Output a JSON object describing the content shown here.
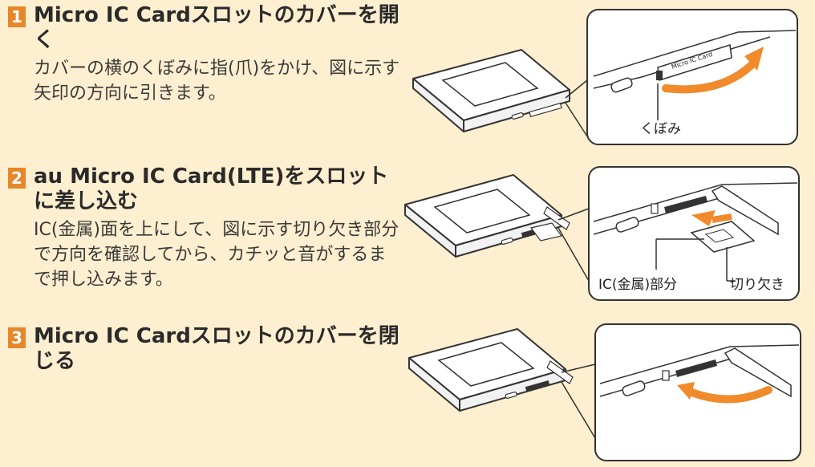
{
  "steps": [
    {
      "number": "1",
      "title": "Micro IC Cardスロットのカバーを開く",
      "body": "カバーの横のくぼみに指(爪)をかけ、図に示す矢印の方向に引きます。",
      "callouts": [
        "くぼみ"
      ],
      "device_label": "Micro IC Card"
    },
    {
      "number": "2",
      "title": "au Micro IC Card(LTE)をスロットに差し込む",
      "body": "IC(金属)面を上にして、図に示す切り欠き部分で方向を確認してから、カチッと音がするまで押し込みます。",
      "callouts": [
        "IC(金属)部分",
        "切り欠き"
      ]
    },
    {
      "number": "3",
      "title": "Micro IC Cardスロットのカバーを閉じる",
      "body": ""
    }
  ],
  "colors": {
    "background": "#fdefcf",
    "step_badge": "#e8862a",
    "arrow": "#f08a2a",
    "line": "#333333"
  }
}
